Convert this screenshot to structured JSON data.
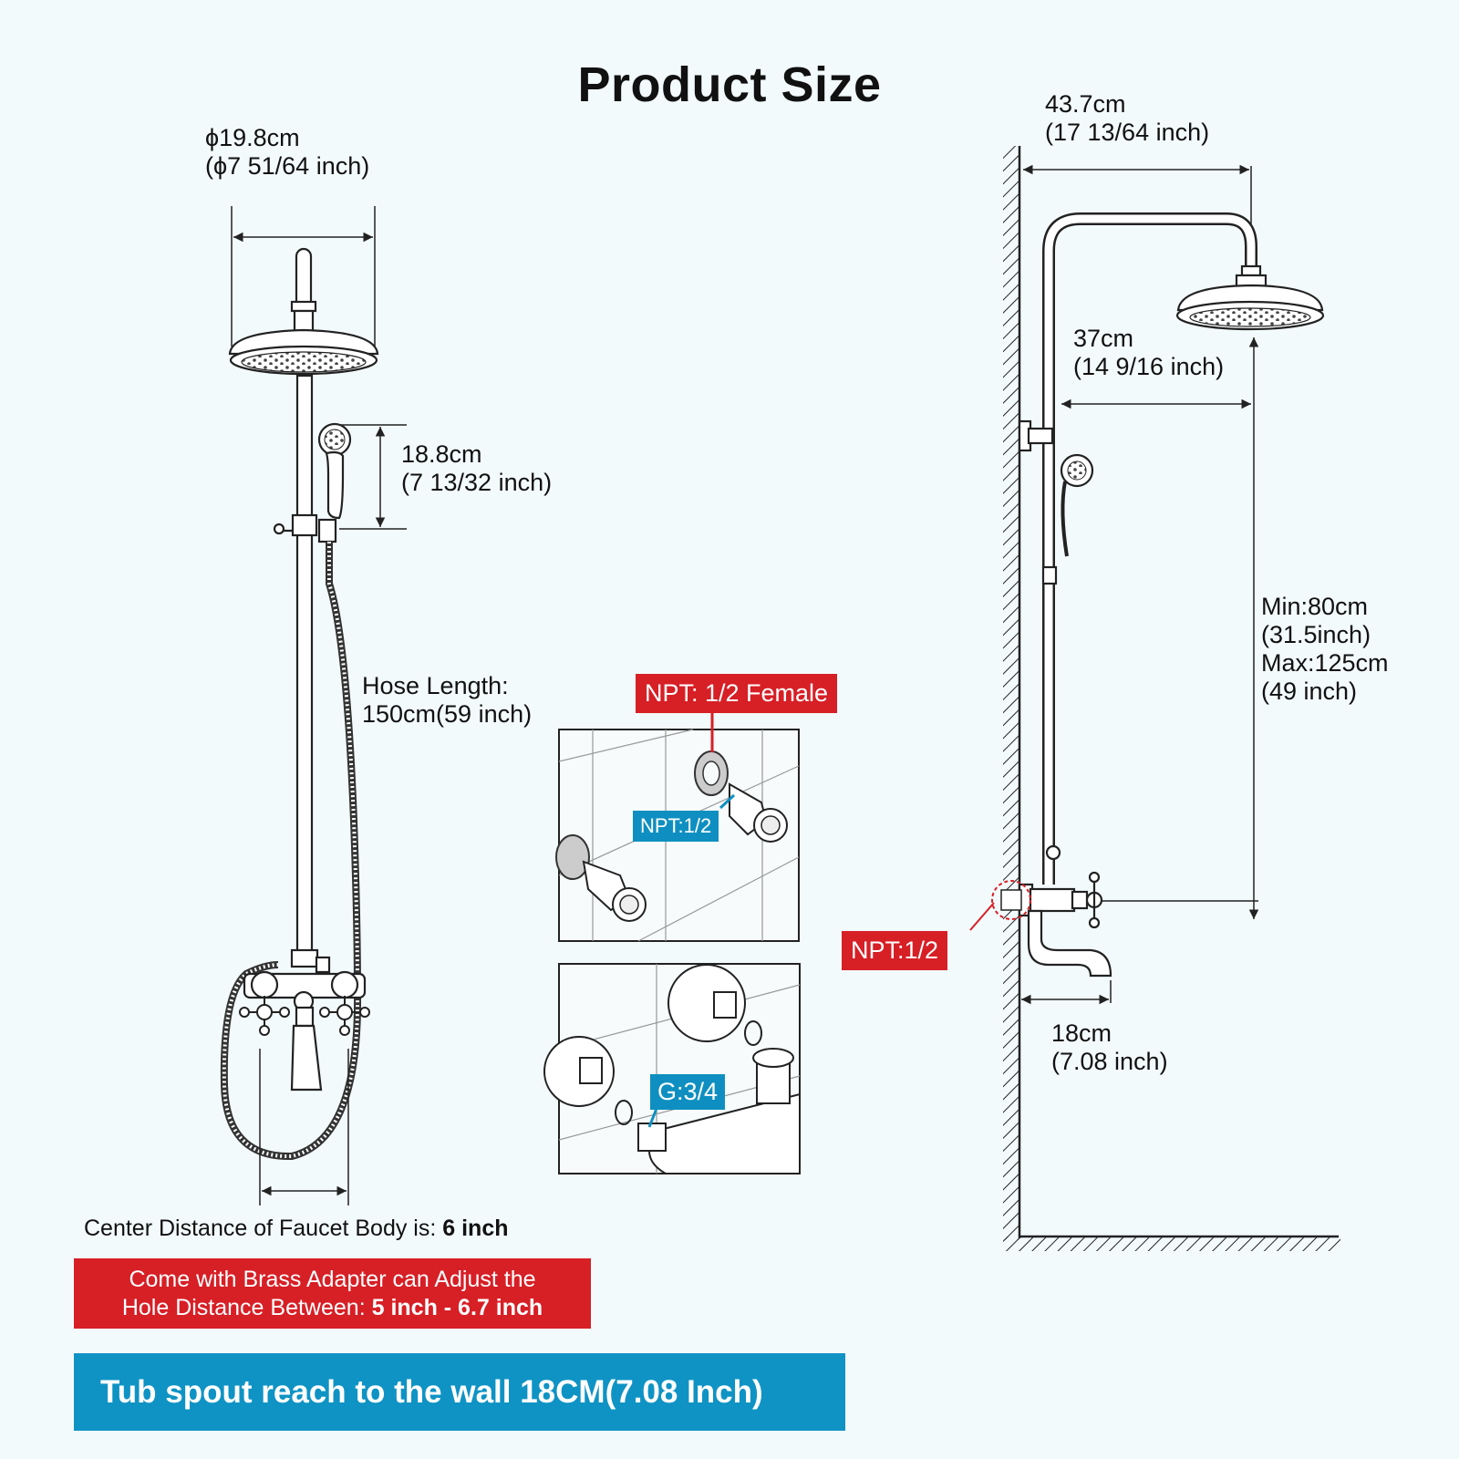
{
  "title": "Product Size",
  "left_view": {
    "head_diameter": {
      "metric": "ϕ19.8cm",
      "imperial": "(ϕ7 51/64 inch)"
    },
    "handheld_height": {
      "metric": "18.8cm",
      "imperial": "(7 13/32 inch)"
    },
    "hose_length": {
      "line1": "Hose Length:",
      "line2": "150cm(59 inch)"
    }
  },
  "right_view": {
    "arm_reach": {
      "metric": "43.7cm",
      "imperial": "(17 13/64 inch)"
    },
    "rod_to_head": {
      "metric": "37cm",
      "imperial": "(14 9/16 inch)"
    },
    "height_range": {
      "min": "Min:80cm",
      "min_imperial": "(31.5inch)",
      "max": "Max:125cm",
      "max_imperial": "(49 inch)"
    },
    "spout_reach": {
      "metric": "18cm",
      "imperial": "(7.08 inch)"
    },
    "inlet_label": "NPT:1/2"
  },
  "connection_details": {
    "female_label": "NPT: 1/2 Female",
    "adapter_label": "NPT:1/2",
    "body_label": "G:3/4"
  },
  "center_distance": {
    "prefix": "Center Distance of Faucet Body is: ",
    "value": "6 inch"
  },
  "adapter_note": {
    "line1": "Come with Brass Adapter can Adjust the",
    "line2_prefix": "Hole Distance Between: ",
    "line2_value": "5 inch - 6.7 inch"
  },
  "banner": "Tub spout reach to the wall 18CM(7.08 Inch)",
  "colors": {
    "red": "#d71f26",
    "blue": "#0f93c4",
    "background": "#f3fafc"
  }
}
